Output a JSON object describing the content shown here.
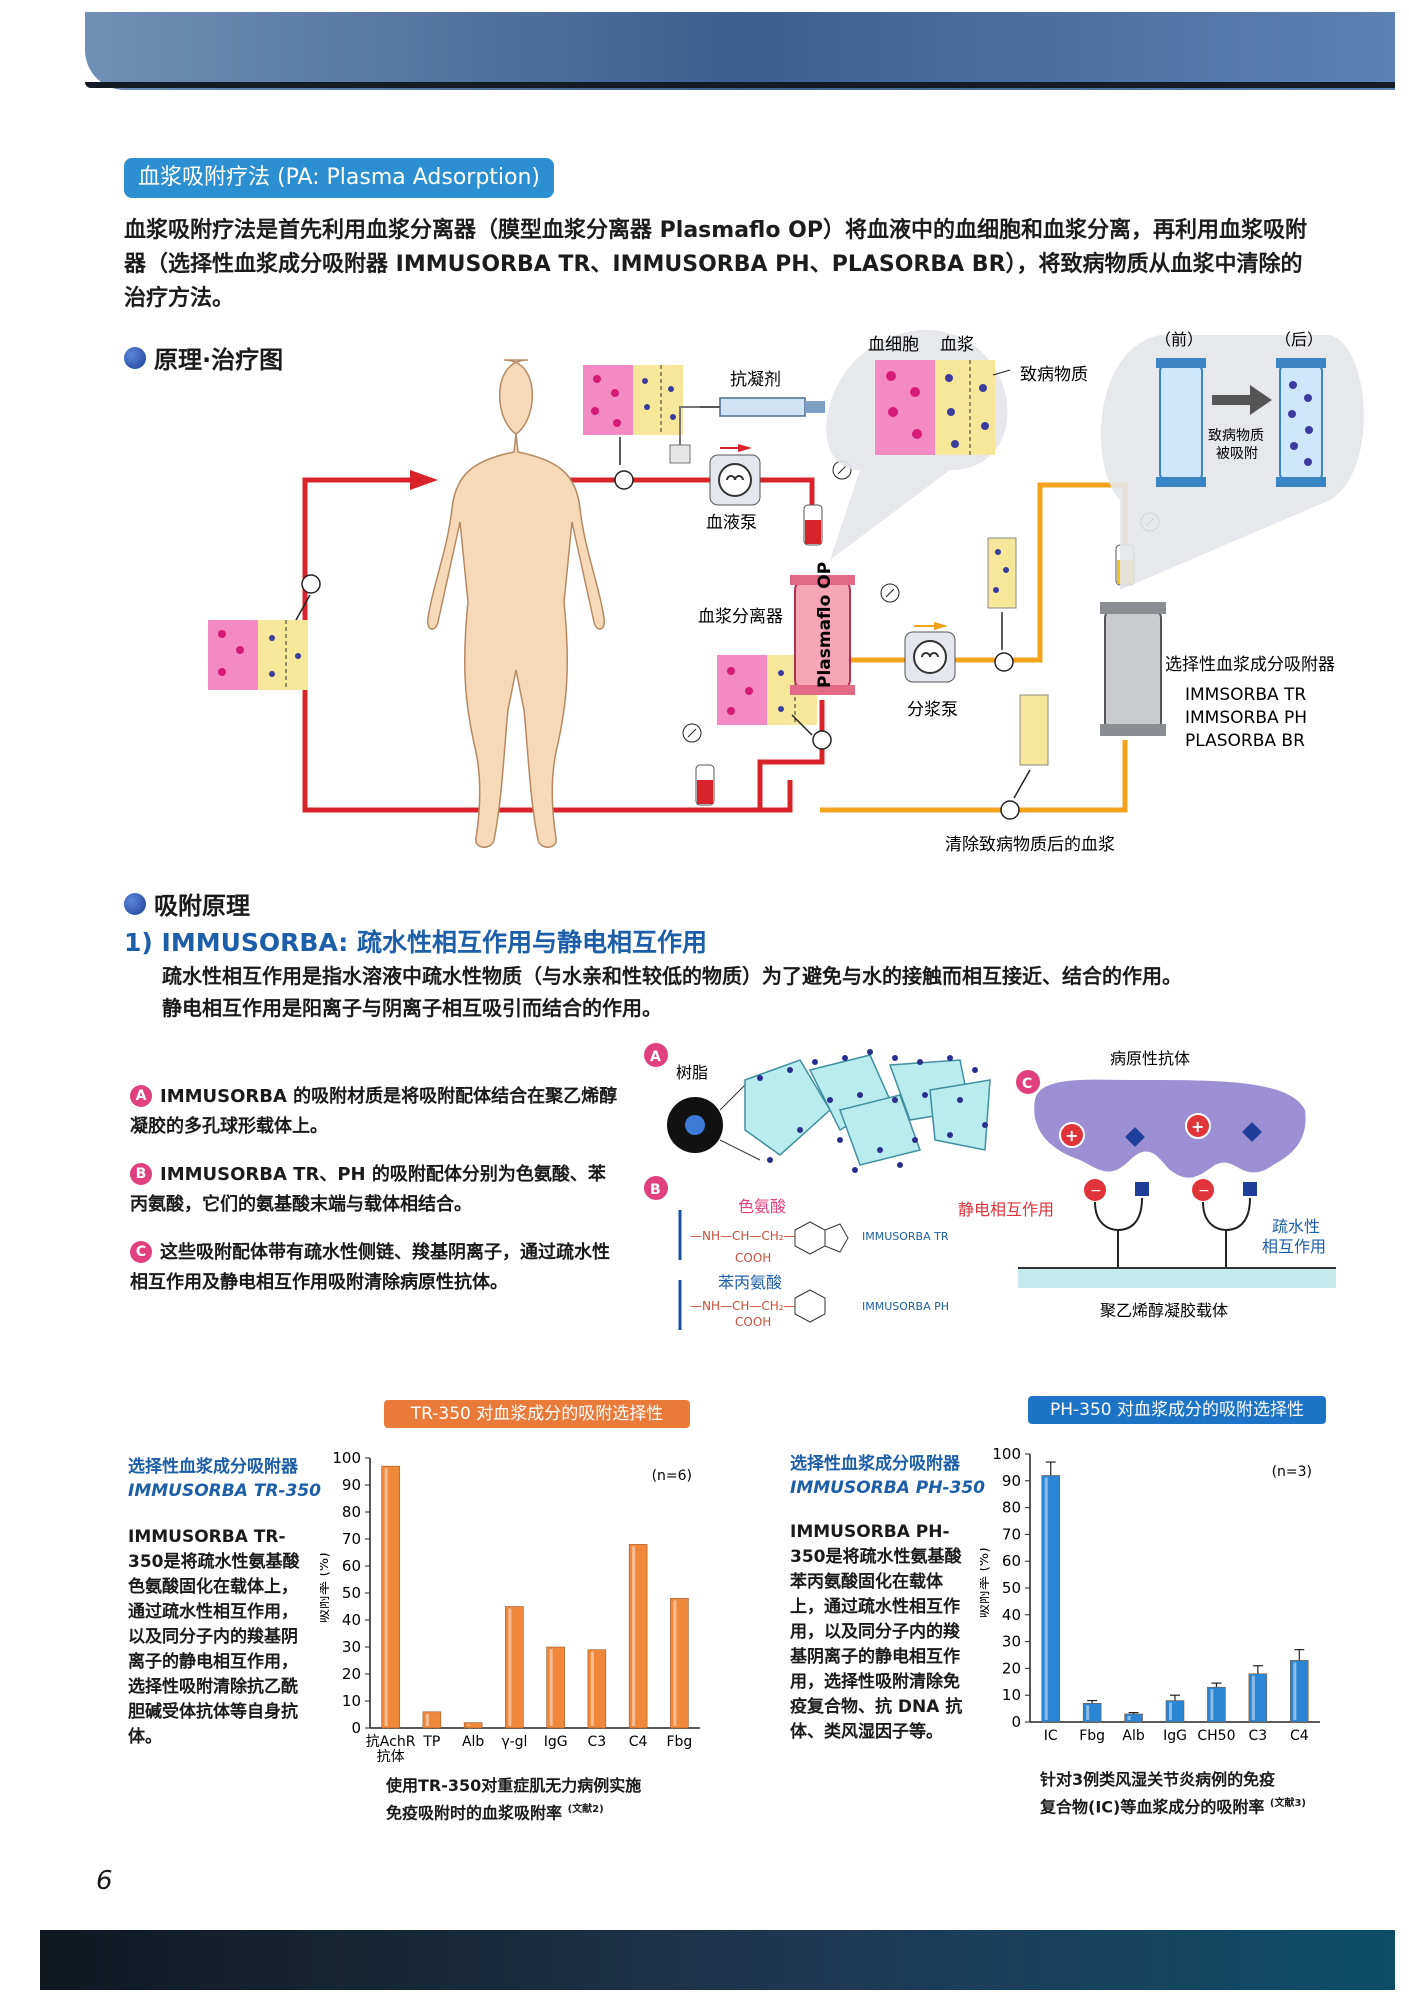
{
  "header": {
    "section_label": "血浆吸附疗法 (PA: Plasma Adsorption)",
    "intro": "血浆吸附疗法是首先利用血浆分离器（膜型血浆分离器 Plasmaflo OP）将血液中的血细胞和血浆分离，再利用血浆吸附器（选择性血浆成分吸附器 IMMUSORBA TR、IMMUSORBA PH、PLASORBA BR），将致病物质从血浆中清除的治疗方法。"
  },
  "diagram": {
    "heading": "原理·治疗图",
    "anticoagulant": "抗凝剂",
    "blood_pump": "血液泵",
    "blood_cells": "血细胞",
    "plasma": "血浆",
    "pathogen": "致病物质",
    "before": "（前）",
    "after": "（后）",
    "adsorbed_note_1": "致病物质",
    "adsorbed_note_2": "被吸附",
    "separator": "血浆分离器",
    "separator_device": "Plasmaflo OP",
    "plasma_pump": "分浆泵",
    "adsorber_title": "选择性血浆成分吸附器",
    "adsorber_1": "IMMSORBA TR",
    "adsorber_2": "IMMSORBA PH",
    "adsorber_3": "PLASORBA BR",
    "cleaned_plasma": "清除致病物质后的血浆"
  },
  "adsorption": {
    "heading": "吸附原理",
    "subheading": "1) IMMUSORBA: 疏水性相互作用与静电相互作用",
    "para_1": "疏水性相互作用是指水溶液中疏水性物质（与水亲和性较低的物质）为了避免与水的接触而相互接近、结合的作用。",
    "para_2": "静电相互作用是阳离子与阴离子相互吸引而结合的作用。",
    "items": [
      {
        "badge": "A",
        "text": "IMMUSORBA 的吸附材质是将吸附配体结合在聚乙烯醇凝胶的多孔球形载体上。"
      },
      {
        "badge": "B",
        "text": "IMMUSORBA TR、PH 的吸附配体分别为色氨酸、苯丙氨酸，它们的氨基酸末端与载体相结合。"
      },
      {
        "badge": "C",
        "text": "这些吸附配体带有疏水性侧链、羧基阴离子，通过疏水性相互作用及静电相互作用吸附清除病原性抗体。"
      }
    ],
    "fig_resin": "树脂",
    "fig_trp": "色氨酸",
    "fig_phe": "苯丙氨酸",
    "fig_trp_formula": "—NH—CH—CH₂—",
    "fig_cooh": "COOH",
    "fig_trp_device": "IMMUSORBA TR",
    "fig_phe_device": "IMMUSORBA PH",
    "fig_antibody": "病原性抗体",
    "fig_electrostatic": "静电相互作用",
    "fig_hydrophobic_1": "疏水性",
    "fig_hydrophobic_2": "相互作用",
    "fig_carrier": "聚乙烯醇凝胶载体",
    "badge_a": "A",
    "badge_b": "B",
    "badge_c": "C"
  },
  "chart_left": {
    "side_title_1": "选择性血浆成分吸附器",
    "side_title_2": "IMMUSORBA TR-350",
    "side_body": "IMMUSORBA TR-350是将疏水性氨基酸色氨酸固化在载体上，通过疏水性相互作用，以及同分子内的羧基阴离子的静电相互作用，选择性吸附清除抗乙酰胆碱受体抗体等自身抗体。",
    "caption_1": "使用TR-350对重症肌无力病例实施",
    "caption_2": "免疫吸附时的血浆吸附率",
    "caption_ref": "(文献2)"
  },
  "chart_right": {
    "side_title_1": "选择性血浆成分吸附器",
    "side_title_2": "IMMUSORBA PH-350",
    "side_body": "IMMUSORBA PH-350是将疏水性氨基酸苯丙氨酸固化在载体上，通过疏水性相互作用，以及同分子内的羧基阴离子的静电相互作用，选择性吸附清除免疫复合物、抗 DNA 抗体、类风湿因子等。",
    "caption_1": "针对3例类风湿关节炎病例的免疫",
    "caption_2": "复合物(IC)等血浆成分的吸附率",
    "caption_ref": "(文献3)"
  },
  "chart_data": [
    {
      "type": "bar",
      "title": "TR-350 对血浆成分的吸附选择性",
      "ylabel": "吸附率 (%)",
      "categories": [
        "抗AchR 抗体",
        "TP",
        "Alb",
        "γ-gl",
        "IgG",
        "C3",
        "C4",
        "Fbg"
      ],
      "values": [
        97,
        6,
        2,
        45,
        30,
        29,
        68,
        48
      ],
      "ylim": [
        0,
        100
      ],
      "yticks": [
        0,
        10,
        20,
        30,
        40,
        50,
        60,
        70,
        80,
        90,
        100
      ],
      "annotation": "(n=6)",
      "color": "#f0883c"
    },
    {
      "type": "bar",
      "title": "PH-350 对血浆成分的吸附选择性",
      "ylabel": "吸附率 (%)",
      "categories": [
        "IC",
        "Fbg",
        "Alb",
        "IgG",
        "CH50",
        "C3",
        "C4"
      ],
      "values": [
        92,
        7,
        3,
        8,
        13,
        18,
        23
      ],
      "errors": [
        5,
        1,
        0.5,
        2,
        1.5,
        3,
        4
      ],
      "ylim": [
        0,
        100
      ],
      "yticks": [
        0,
        10,
        20,
        30,
        40,
        50,
        60,
        70,
        80,
        90,
        100
      ],
      "annotation": "(n=3)",
      "color": "#2a86d4"
    }
  ],
  "page_number": "6",
  "colors": {
    "blood": "#d8232a",
    "plasma_line": "#f2a31b",
    "accent_blue": "#2b8fd1",
    "accent_pink": "#e0417e"
  }
}
